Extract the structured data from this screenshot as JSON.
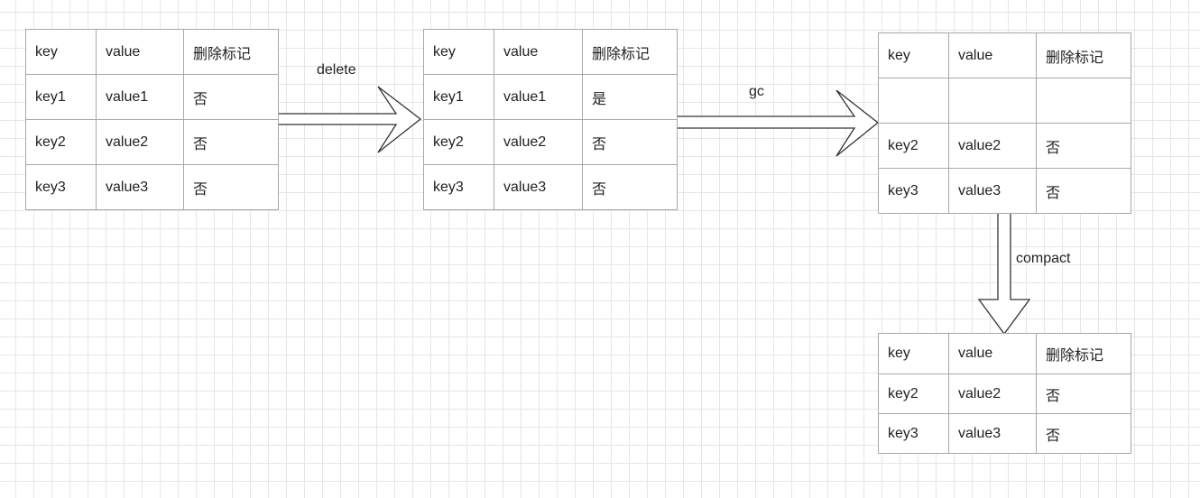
{
  "headers": [
    "key",
    "value",
    "删除标记"
  ],
  "tables": [
    {
      "rows": [
        [
          "key1",
          "value1",
          "否"
        ],
        [
          "key2",
          "value2",
          "否"
        ],
        [
          "key3",
          "value3",
          "否"
        ]
      ]
    },
    {
      "rows": [
        [
          "key1",
          "value1",
          "是"
        ],
        [
          "key2",
          "value2",
          "否"
        ],
        [
          "key3",
          "value3",
          "否"
        ]
      ]
    },
    {
      "rows": [
        [
          "",
          "",
          ""
        ],
        [
          "key2",
          "value2",
          "否"
        ],
        [
          "key3",
          "value3",
          "否"
        ]
      ]
    },
    {
      "rows": [
        [
          "key2",
          "value2",
          "否"
        ],
        [
          "key3",
          "value3",
          "否"
        ]
      ]
    }
  ],
  "arrows": {
    "delete": "delete",
    "gc": "gc",
    "compact": "compact"
  }
}
